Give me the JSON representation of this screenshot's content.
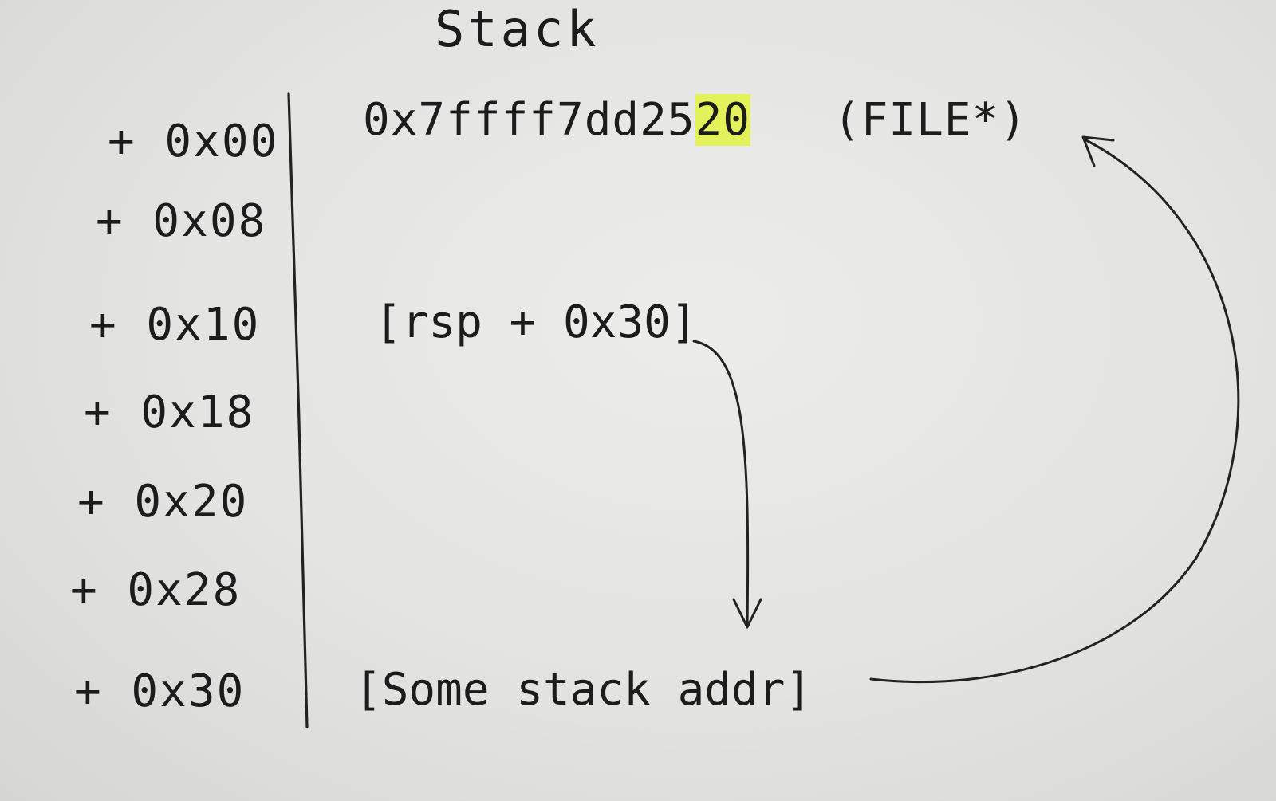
{
  "title": "Stack",
  "offsets": [
    "+ 0x00",
    "+ 0x08",
    "+ 0x10",
    "+ 0x18",
    "+ 0x20",
    "+ 0x28",
    "+ 0x30"
  ],
  "slots": {
    "slot_00": {
      "address_prefix": "0x7ffff7dd25",
      "address_highlight": "20",
      "type_note": "(FILE*)",
      "highlight_color": "#e3f25a"
    },
    "slot_10": {
      "text": "[rsp + 0x30]"
    },
    "slot_30": {
      "text": "[Some stack addr]"
    }
  }
}
